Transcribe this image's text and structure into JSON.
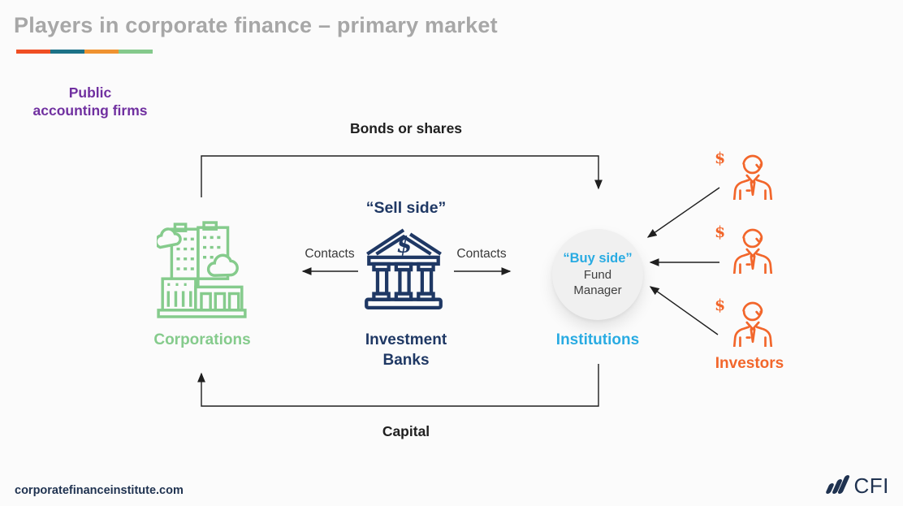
{
  "slide": {
    "title": "Players in corporate finance – primary market",
    "accent_bar_colors": [
      "#F04E23",
      "#1C7287",
      "#EF9230",
      "#84C98C"
    ]
  },
  "annotations": {
    "public_accounting_firms": "Public accounting firms",
    "bonds_or_shares": "Bonds or shares",
    "capital": "Capital",
    "contacts_left": "Contacts",
    "contacts_right": "Contacts"
  },
  "nodes": {
    "corporations": {
      "label": "Corporations",
      "color": "#85CB8C"
    },
    "investment_banks": {
      "tag": "“Sell side”",
      "label": "Investment Banks",
      "dollar": "$",
      "color": "#1F3864"
    },
    "institutions": {
      "tag": "“Buy side”",
      "subtitle": "Fund Manager",
      "label": "Institutions",
      "color": "#29ABE2"
    },
    "investors": {
      "label": "Investors",
      "dollar": "$",
      "count": 3,
      "color": "#F2662B"
    }
  },
  "footer": {
    "website": "corporatefinanceinstitute.com",
    "logo_text": "CFI"
  }
}
